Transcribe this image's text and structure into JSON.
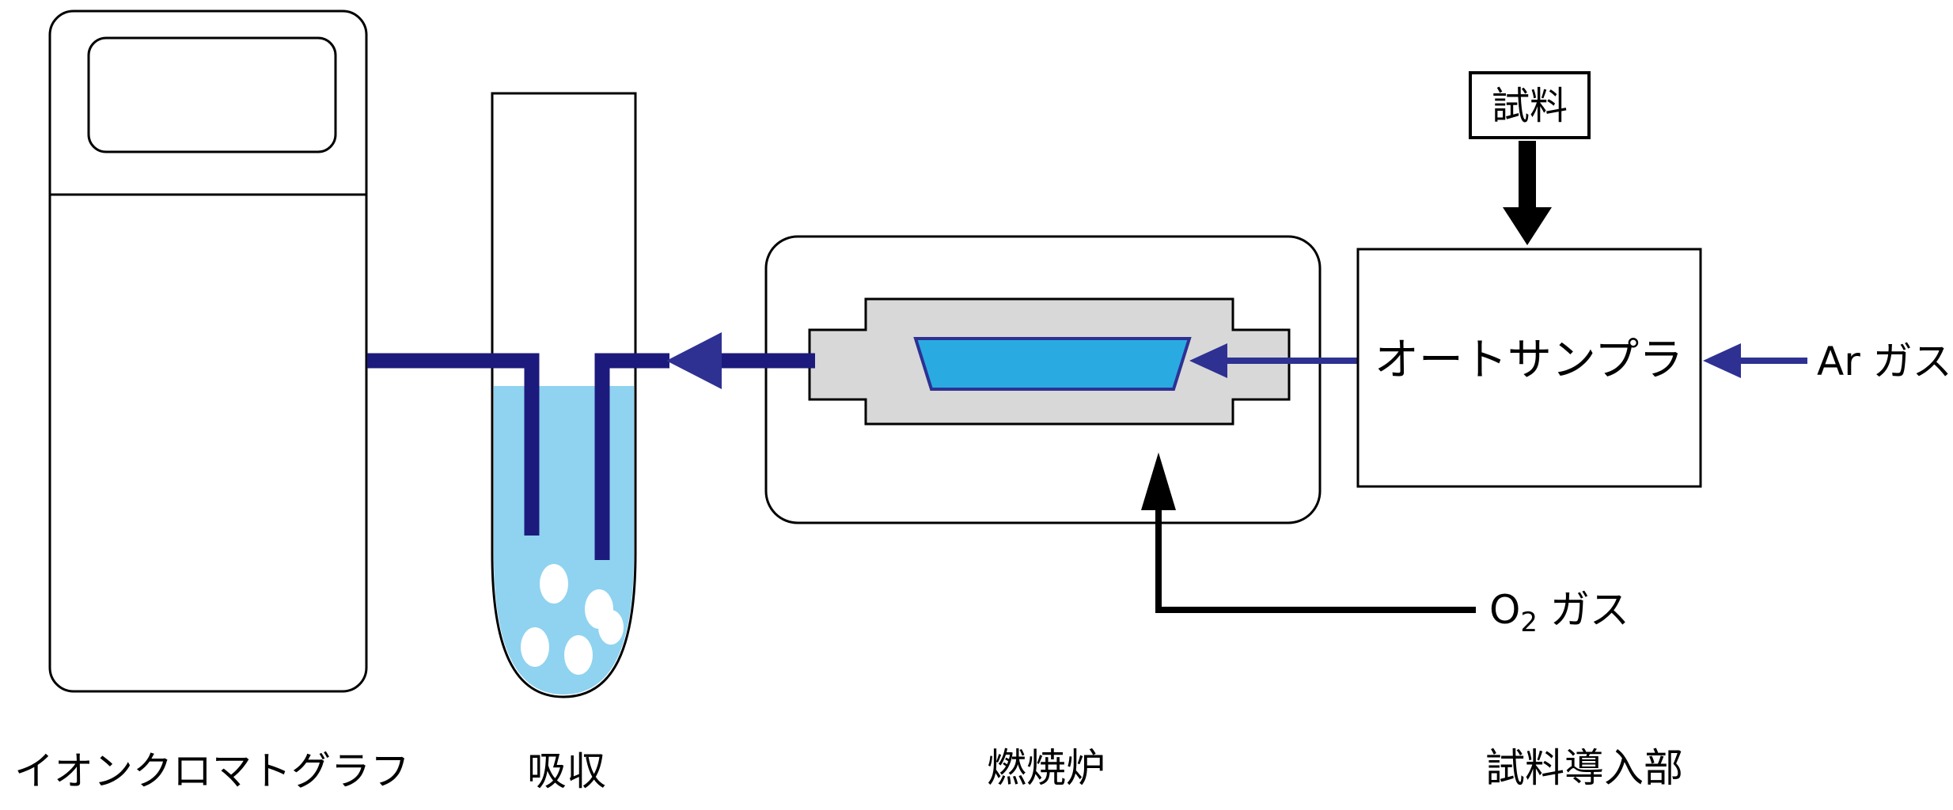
{
  "diagram": {
    "labels": {
      "ion_chromatograph": "イオンクロマトグラフ",
      "absorption": "吸収",
      "furnace": "燃焼炉",
      "sample_introduction": "試料導入部",
      "autosampler": "オートサンプラ",
      "sample": "試料",
      "ar_gas": "Ar ガス",
      "o2_element": "O",
      "o2_subscript": "2",
      "o2_suffix": " ガス"
    },
    "colors": {
      "pipe_navy": "#1d1a7d",
      "arrow_blue": "#2E3192",
      "boat_blue": "#29ABE2",
      "liquid_blue": "#8FD3F0",
      "furnace_gray": "#D8D8D8",
      "bubble_white": "#FFFFFF",
      "outline_black": "#000000"
    }
  }
}
